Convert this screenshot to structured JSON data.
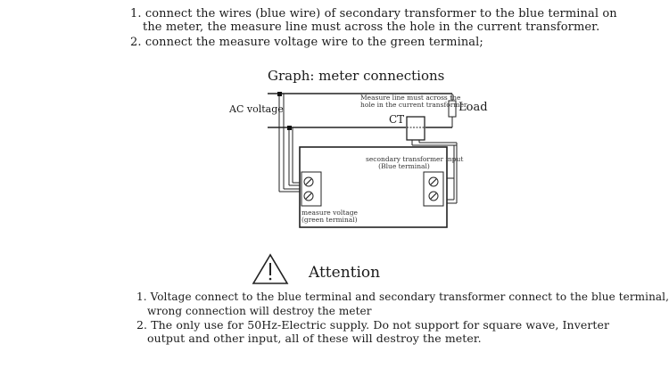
{
  "instructions": {
    "step1_line1": "1. connect the wires (blue wire) of secondary transformer to the blue terminal on",
    "step1_line2": "the meter, the measure line must across the hole in the current transformer.",
    "step2": "2. connect the measure voltage wire to the green terminal;"
  },
  "diagram": {
    "title": "Graph: meter connections",
    "ac_voltage_label": "AC voltage",
    "load_label": "Load",
    "ct_label": "CT",
    "measure_line_note_line1": "Measure line must across the",
    "measure_line_note_line2": "hole in the current transformer",
    "secondary_input_line1": "secondary transformer input",
    "secondary_input_line2": "(Blue terminal)",
    "measure_voltage_line1": "measure voltage",
    "measure_voltage_line2": "(green terminal)"
  },
  "attention": {
    "title": "Attention",
    "note1_line1": "1. Voltage connect to the blue terminal and secondary transformer connect to the blue terminal,",
    "note1_line2": "wrong connection will destroy the meter",
    "note2_line1": "2. The only use for 50Hz-Electric supply. Do not support for square wave, Inverter",
    "note2_line2": "output and other input, all of these will destroy the meter."
  }
}
